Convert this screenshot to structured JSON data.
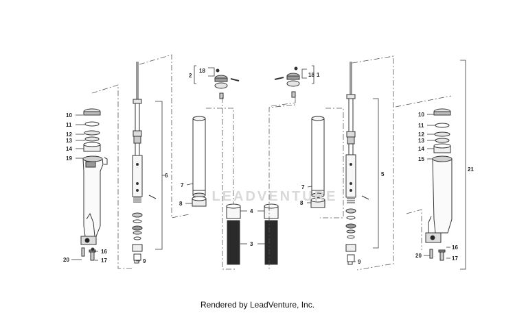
{
  "watermark": "LEADVENTURE",
  "footer": "Rendered by LeadVenture, Inc.",
  "callouts": {
    "c1": "1",
    "c2": "2",
    "c3": "3",
    "c4": "4",
    "c5": "5",
    "c6": "6",
    "c7": "7",
    "c8": "8",
    "c9": "9",
    "c10": "10",
    "c11": "11",
    "c12": "12",
    "c13": "13",
    "c14": "14",
    "c15": "15",
    "c16": "16",
    "c17": "17",
    "c18": "18",
    "c19": "19",
    "c20": "20",
    "c21": "21"
  },
  "colors": {
    "line": "#333333",
    "dash": "#555555",
    "fill_light": "#e6e6e6",
    "fill_mid": "#bdbdbd",
    "dark": "#222222"
  }
}
